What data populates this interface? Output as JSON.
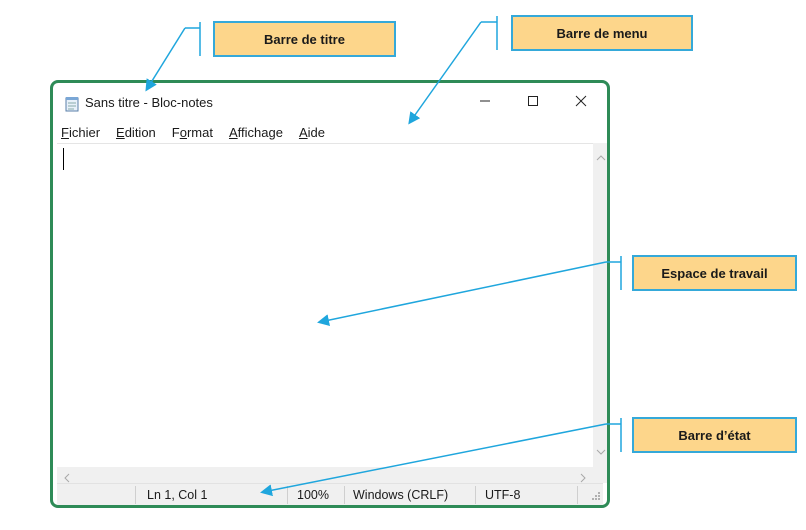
{
  "window": {
    "title": "Sans titre - Bloc-notes",
    "icon": "notepad-icon"
  },
  "controls": {
    "minimize": "minimize-icon",
    "maximize": "maximize-icon",
    "close": "close-icon"
  },
  "menu": [
    {
      "label_u": "F",
      "label_rest": "ichier"
    },
    {
      "label_u": "E",
      "label_rest": "dition"
    },
    {
      "label_pre": "F",
      "label_u": "o",
      "label_rest": "rmat"
    },
    {
      "label_u": "A",
      "label_rest": "ffichage"
    },
    {
      "label_u": "A",
      "label_rest": "ide"
    }
  ],
  "status": {
    "position": "Ln 1, Col 1",
    "zoom": "100%",
    "line_ending": "Windows (CRLF)",
    "encoding": "UTF-8"
  },
  "annotations": {
    "title_bar": "Barre de titre",
    "menu_bar": "Barre de menu",
    "workspace": "Espace de travail",
    "status_bar": "Barre d’état"
  },
  "colors": {
    "callout_fill": "#fdd68b",
    "callout_border": "#35a9d9",
    "arrow": "#1fa6dd",
    "window_outline": "#2e8b57"
  }
}
